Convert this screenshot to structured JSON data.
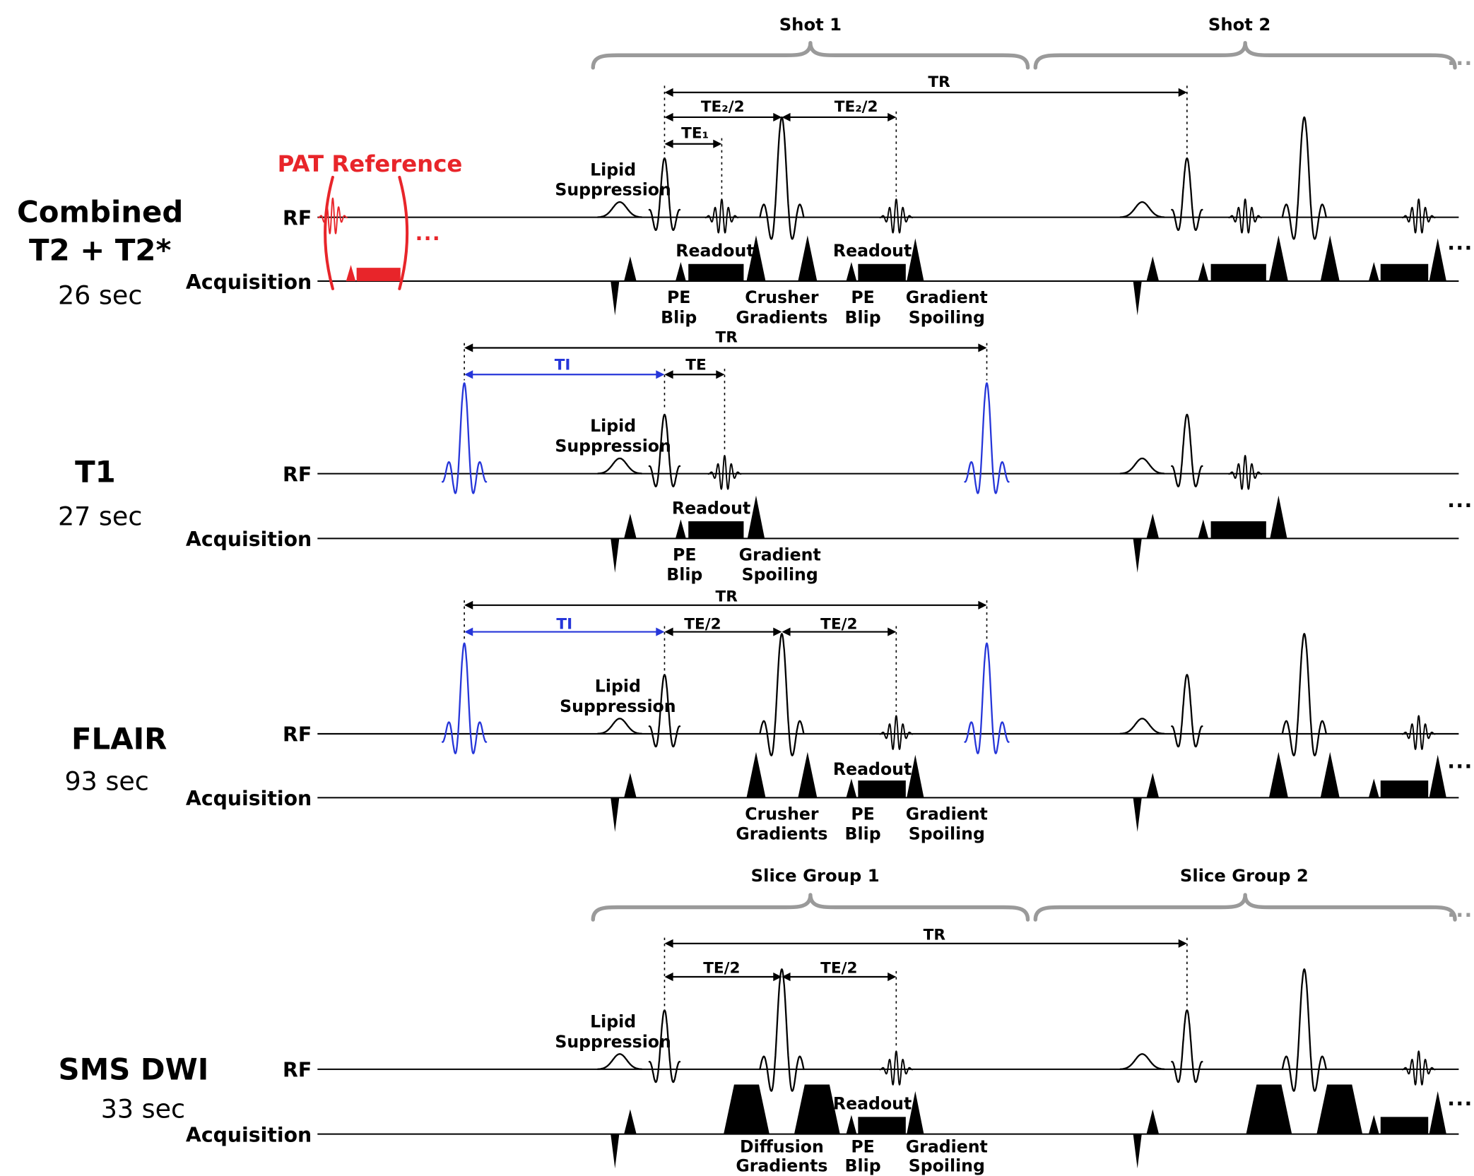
{
  "colors": {
    "red": "#e8252a",
    "blue": "#2636d9",
    "gray": "#9a9a9a",
    "ink": "#000000"
  },
  "common": {
    "rf": "RF",
    "acquisition": "Acquisition",
    "tr": "TR",
    "ti": "TI",
    "te": "TE",
    "te_half": "TE/2",
    "te2_half": "TE₂/2",
    "te1": "TE₁",
    "lipid_line1": "Lipid",
    "lipid_line2": "Suppression",
    "readout": "Readout",
    "pe_line1": "PE",
    "pe_line2": "Blip",
    "crusher_line1": "Crusher",
    "crusher_line2": "Gradients",
    "spoil_line1": "Gradient",
    "spoil_line2": "Spoiling",
    "diffusion_line1": "Diffusion",
    "diffusion_line2": "Gradients",
    "ellipsis": "..."
  },
  "sequences": [
    {
      "name_line1": "Combined",
      "name_line2": "T2 + T2*",
      "duration": "26 sec",
      "shot1": "Shot 1",
      "shot2": "Shot 2",
      "pat_reference": "PAT Reference"
    },
    {
      "name_line1": "T1",
      "duration": "27 sec"
    },
    {
      "name_line1": "FLAIR",
      "duration": "93 sec"
    },
    {
      "name_line1": "SMS DWI",
      "duration": "33 sec",
      "group1": "Slice Group 1",
      "group2": "Slice Group 2"
    }
  ]
}
